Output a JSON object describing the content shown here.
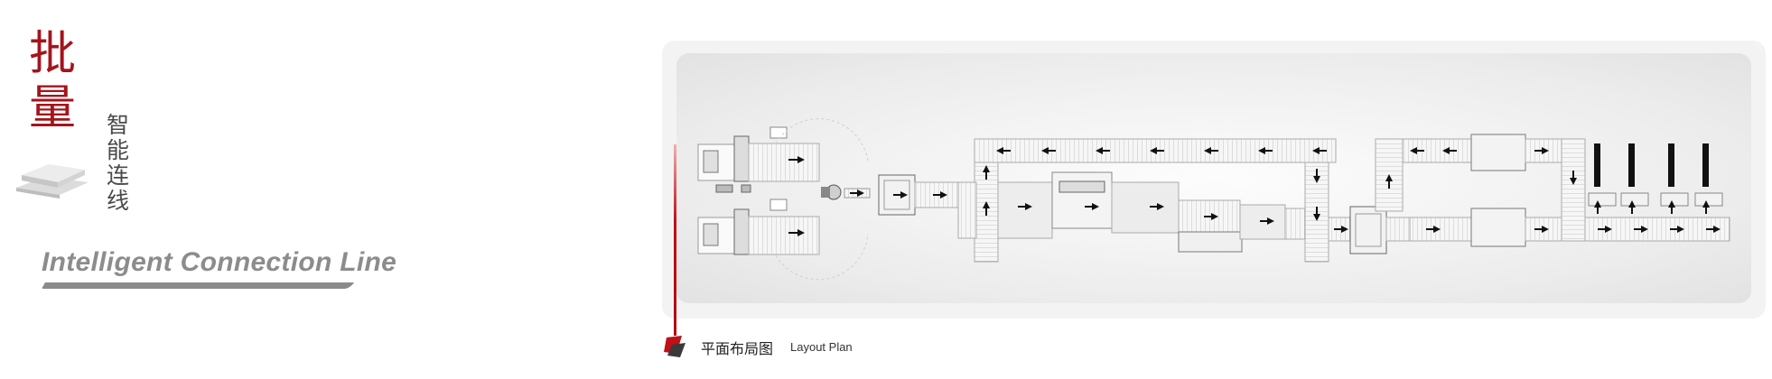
{
  "header": {
    "title_zh_1": "批",
    "title_zh_2": "量",
    "subtitle_zh": [
      "智",
      "能",
      "连",
      "线"
    ],
    "title_en": "Intelligent Connection Line"
  },
  "diagram": {
    "caption_zh": "平面布局图",
    "caption_en": "Layout Plan"
  },
  "colors": {
    "accent_red": "#a5141c",
    "gray_text": "#8c8c8c"
  }
}
